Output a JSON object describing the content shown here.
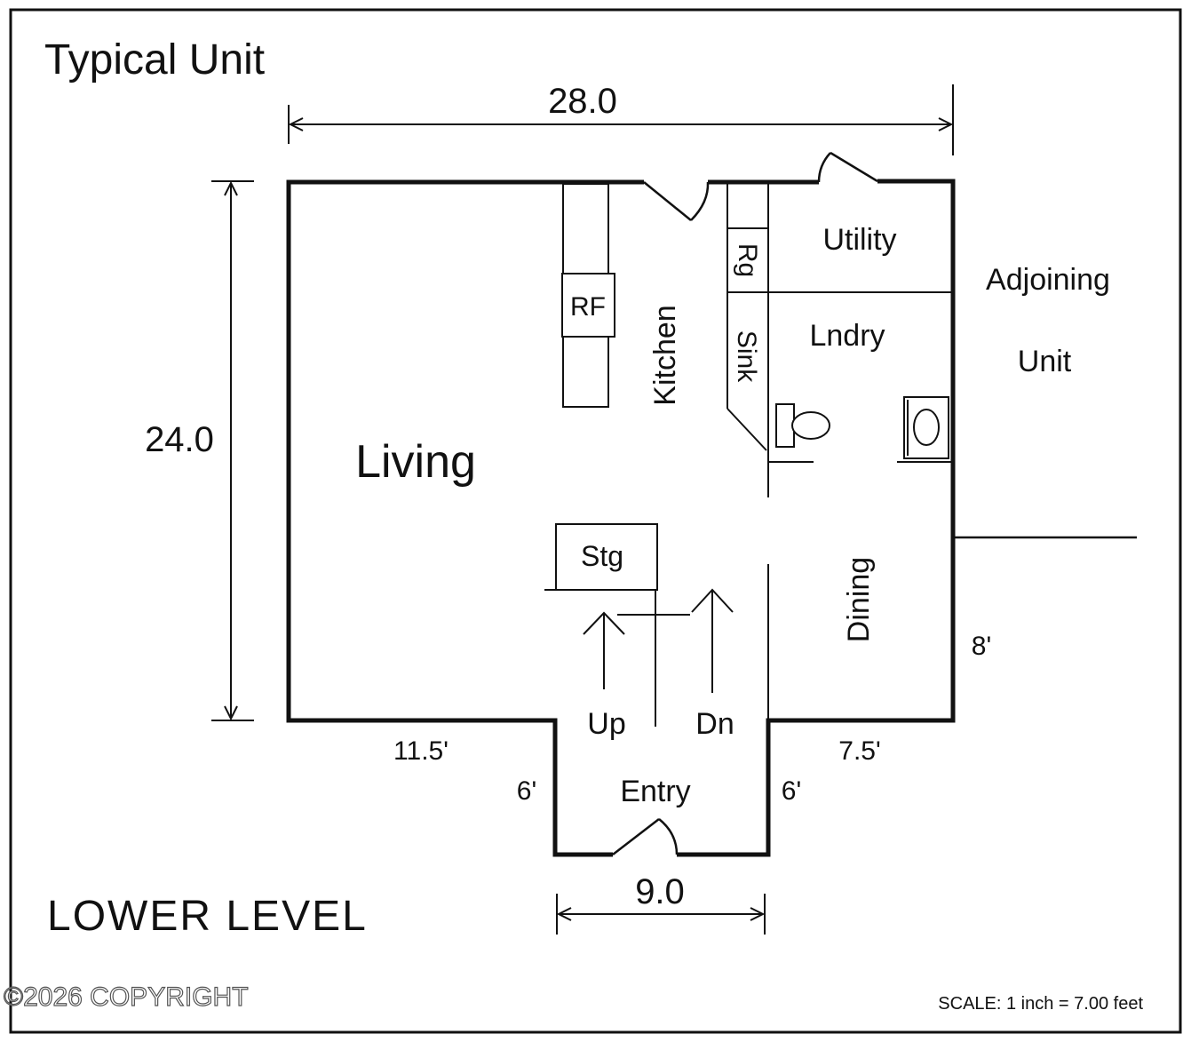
{
  "title": "Typical Unit",
  "level": "LOWER LEVEL",
  "copyright": "©2026 COPYRIGHT",
  "scale": "SCALE: 1 inch = 7.00 feet",
  "dimensions": {
    "width": "28.0",
    "depth": "24.0",
    "entry_width": "9.0",
    "left_front": "11.5'",
    "right_front": "7.5'",
    "entry_left": "6'",
    "entry_right": "6'",
    "right_side": "8'"
  },
  "rooms": {
    "living": "Living",
    "kitchen": "Kitchen",
    "utility": "Utility",
    "laundry": "Lndry",
    "dining": "Dining",
    "entry": "Entry",
    "storage": "Stg",
    "adjoining_1": "Adjoining",
    "adjoining_2": "Unit"
  },
  "fixtures": {
    "refrigerator": "RF",
    "range": "Rg",
    "sink": "Sink"
  },
  "stairs": {
    "up": "Up",
    "down": "Dn"
  }
}
